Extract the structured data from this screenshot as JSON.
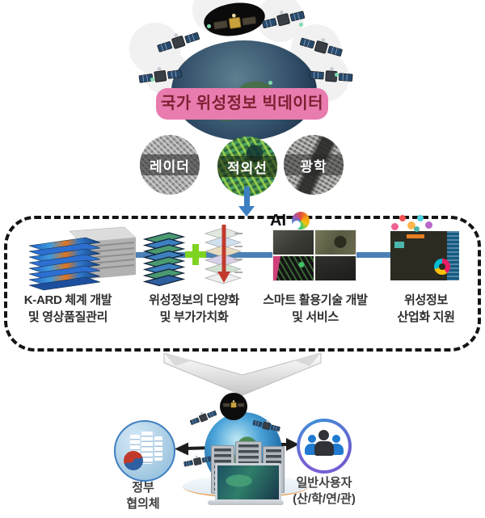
{
  "banner": {
    "title": "국가 위성정보 빅데이터"
  },
  "sensors": [
    {
      "label": "레이더"
    },
    {
      "label": "적외선"
    },
    {
      "label": "광학"
    }
  ],
  "pipeline": {
    "ai_label": "AI",
    "items": [
      {
        "label1": "K-ARD 체계 개발",
        "label2": "및 영상품질관리"
      },
      {
        "label1": "위성정보의 다양화",
        "label2": "및 부가가치화"
      },
      {
        "label1": "스마트 활용기술 개발",
        "label2": "및 서비스"
      },
      {
        "label1": "위성정보",
        "label2": "산업화 지원"
      }
    ]
  },
  "stakeholders": {
    "government": {
      "label1": "정부",
      "label2": "협의체"
    },
    "users": {
      "label1": "일반사용자",
      "label2": "(산/학/연/관)"
    }
  },
  "icons": {
    "top_cluster": "satellite-constellation-around-earth",
    "sensor_textures": [
      "radar-image",
      "infrared-image",
      "optical-image"
    ],
    "ai": "ai-brain-icon",
    "government": "government-building-taegeuk-icon",
    "users": "three-users-icon"
  },
  "colors": {
    "banner_bg": "#e87cae",
    "banner_text": "#7e2033",
    "down_arrow": "#3c7fc2",
    "pipeline_line": "#4a80b5",
    "plus_sign": "#7ed321",
    "dashed_border": "#141414",
    "label_text": "#2e2e2e",
    "gov_border": "#3f7fc1",
    "users_border": "#6a5fd0",
    "connector_arrow": "#1d1d1d"
  }
}
